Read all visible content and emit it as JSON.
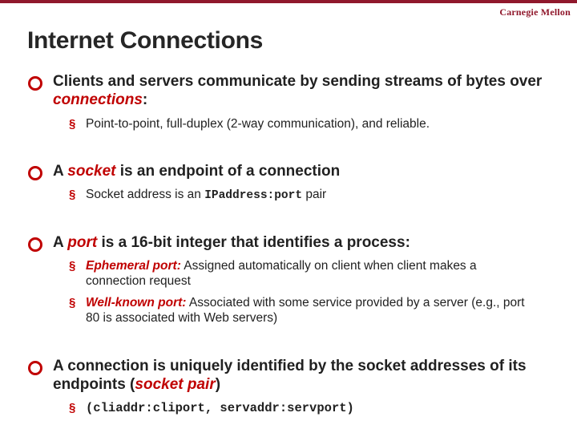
{
  "header": {
    "brand": "Carnegie Mellon"
  },
  "title": "Internet Connections",
  "colors": {
    "maroon": "#90182C",
    "red": "#C00000",
    "text": "#212121",
    "background": "#FFFFFF"
  },
  "bullets": {
    "sub_marker": "§",
    "b1": {
      "t1": "Clients and servers communicate by sending streams of bytes over ",
      "term": "connections",
      "t2": ":",
      "sub": "Point-to-point, full-duplex (2-way communication), and reliable."
    },
    "b2": {
      "t1": "A ",
      "term": "socket",
      "t2": " is an endpoint of a connection",
      "sub_pre": "Socket address is an ",
      "sub_code": "IPaddress:port",
      "sub_post": " pair"
    },
    "b3": {
      "t1": "A ",
      "term": "port",
      "t2": " is a 16-bit integer that identifies a process:",
      "sub1_label": "Ephemeral port:",
      "sub1_text": " Assigned automatically on client when client makes a connection request",
      "sub2_label": "Well-known port:",
      "sub2_text": " Associated with some service provided by a server (e.g., port 80 is associated with Web servers)"
    },
    "b4": {
      "t1": "A connection is uniquely identified by the socket addresses of its endpoints (",
      "term": "socket pair",
      "t2": ")",
      "sub_code": "(cliaddr:cliport, servaddr:servport)"
    }
  }
}
